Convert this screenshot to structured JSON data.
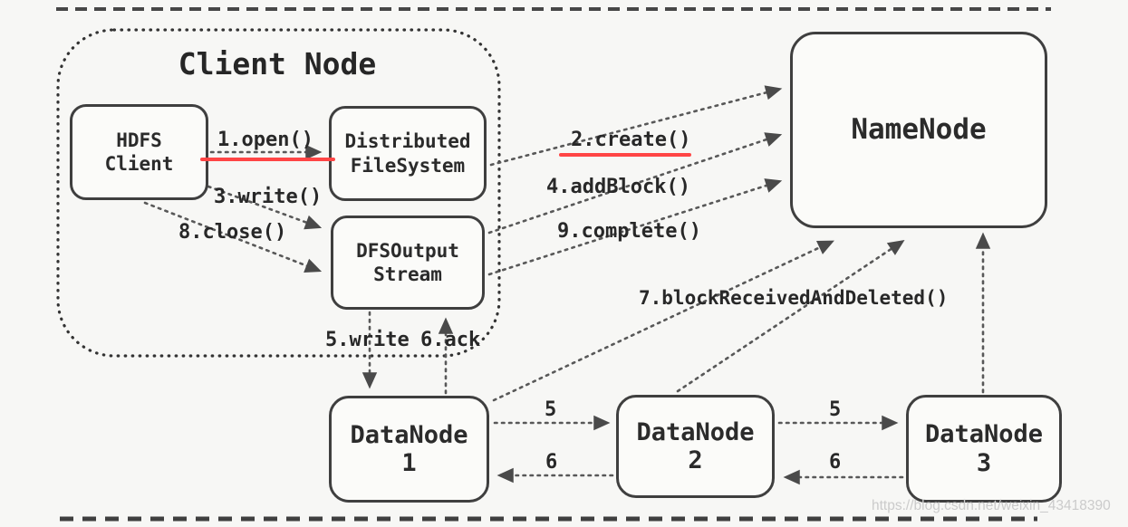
{
  "page": {
    "watermark": "https://blog.csdn.net/weixin_43418390"
  },
  "colors": {
    "ink": "#3f3f3f",
    "arrow": "#4a4a4a",
    "accent_red": "#ff4545",
    "watermark_gray": "#cbcbcb"
  },
  "cluster": {
    "title": "Client Node"
  },
  "nodes": {
    "hdfs_client": "HDFS\nClient",
    "distributed_filesystem": "Distributed\nFileSystem",
    "dfs_output_stream": "DFSOutput\nStream",
    "namenode": "NameNode",
    "datanode_1": "DataNode\n1",
    "datanode_2": "DataNode\n2",
    "datanode_3": "DataNode\n3"
  },
  "edge_labels": {
    "open": "1.open()",
    "create": "2.create()",
    "write": "3.write()",
    "add_block": "4.addBlock()",
    "write_packet": "5.write",
    "ack_packet": "6.ack",
    "block_received": "7.blockReceivedAndDeleted()",
    "close": "8.close()",
    "complete": "9.complete()",
    "pipeline_write_1": "5",
    "pipeline_ack_1": "6",
    "pipeline_write_2": "5",
    "pipeline_ack_2": "6"
  }
}
